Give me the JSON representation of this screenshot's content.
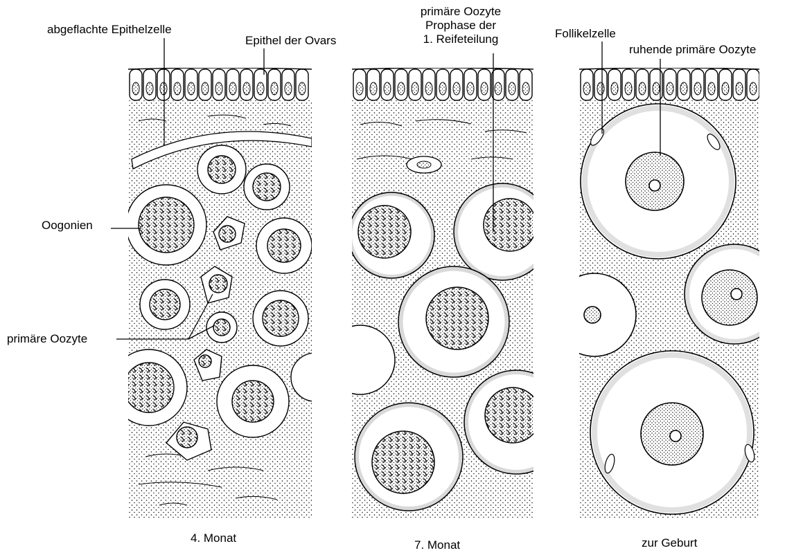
{
  "labels": {
    "abgeflachte": "abgeflachte Epithelzelle",
    "epithel": "Epithel der Ovars",
    "primaer_top_1": "primäre Oozyte",
    "primaer_top_2": "Prophase der",
    "primaer_top_3": "1. Reifeteilung",
    "follikelzelle": "Follikelzelle",
    "ruhende": "ruhende primäre Oozyte",
    "oogonien": "Oogonien",
    "primaer_left": "primäre Oozyte"
  },
  "panels": [
    {
      "caption": "4. Monat"
    },
    {
      "caption": "7. Monat"
    },
    {
      "caption": "zur Geburt"
    }
  ],
  "colors": {
    "ink": "#000000",
    "paper": "#ffffff"
  }
}
